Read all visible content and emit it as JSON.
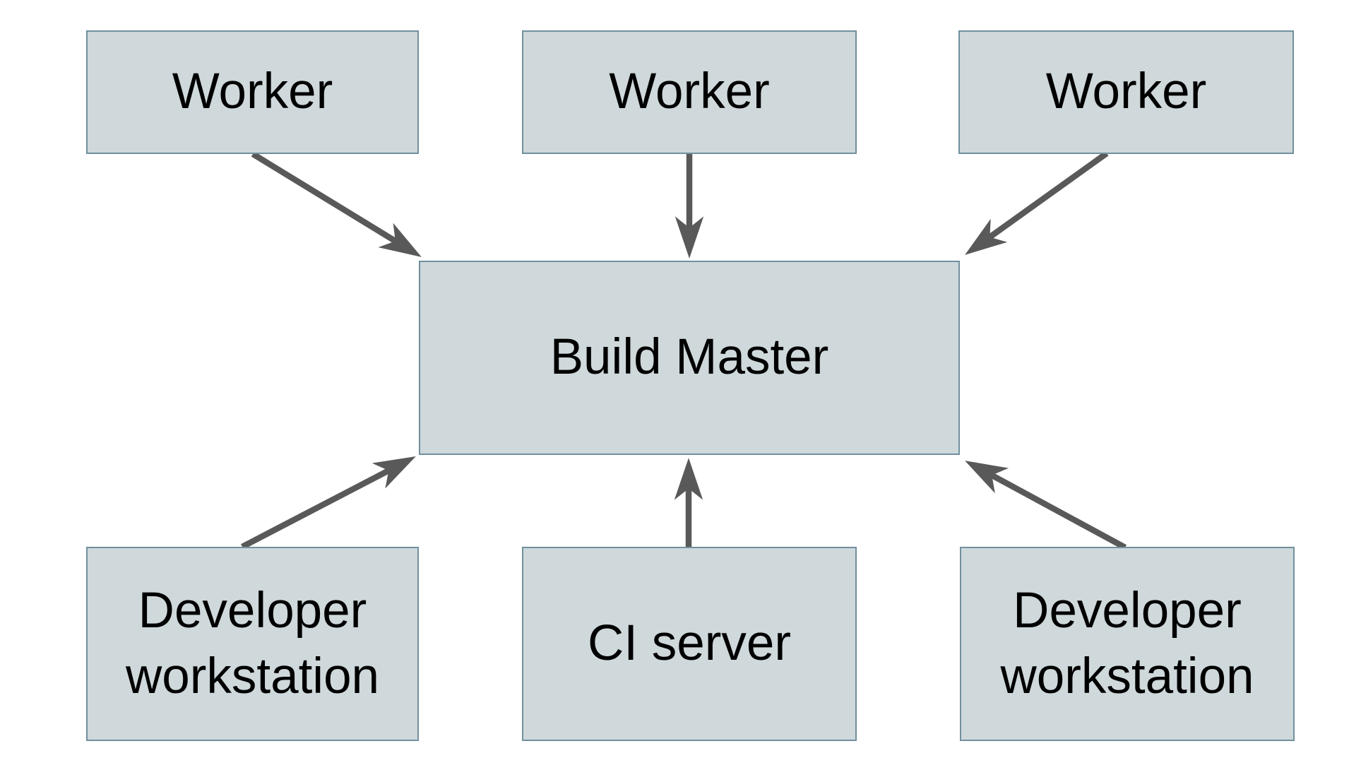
{
  "diagram": {
    "colors": {
      "background": "#ffffff",
      "node_fill": "#cfd8db",
      "node_border": "#71909e",
      "arrow": "#595959",
      "text": "#000000"
    },
    "nodes": [
      {
        "id": "worker-1",
        "label": "Worker",
        "lines": [
          "Worker"
        ]
      },
      {
        "id": "worker-2",
        "label": "Worker",
        "lines": [
          "Worker"
        ]
      },
      {
        "id": "worker-3",
        "label": "Worker",
        "lines": [
          "Worker"
        ]
      },
      {
        "id": "build-master",
        "label": "Build Master",
        "lines": [
          "Build Master"
        ]
      },
      {
        "id": "developer-workstation-left",
        "label": "Developer workstation",
        "lines": [
          "Developer",
          "workstation"
        ]
      },
      {
        "id": "ci-server",
        "label": "CI server",
        "lines": [
          "CI server"
        ]
      },
      {
        "id": "developer-workstation-right",
        "label": "Developer workstation",
        "lines": [
          "Developer",
          "workstation"
        ]
      }
    ],
    "edges": [
      {
        "from": "worker-1",
        "to": "build-master"
      },
      {
        "from": "worker-2",
        "to": "build-master"
      },
      {
        "from": "worker-3",
        "to": "build-master"
      },
      {
        "from": "developer-workstation-left",
        "to": "build-master"
      },
      {
        "from": "ci-server",
        "to": "build-master"
      },
      {
        "from": "developer-workstation-right",
        "to": "build-master"
      }
    ]
  }
}
